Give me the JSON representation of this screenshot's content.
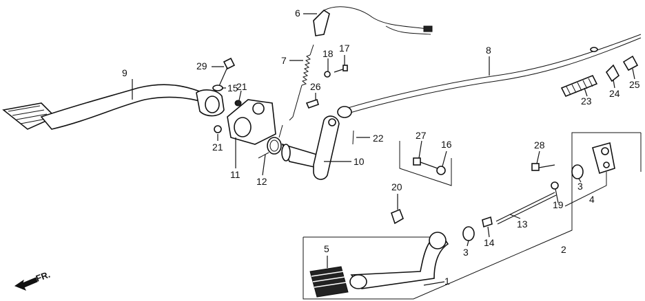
{
  "callouts": [
    {
      "id": "1",
      "text": "1"
    },
    {
      "id": "2",
      "text": "2"
    },
    {
      "id": "3a",
      "text": "3"
    },
    {
      "id": "3b",
      "text": "3"
    },
    {
      "id": "4",
      "text": "4"
    },
    {
      "id": "5",
      "text": "5"
    },
    {
      "id": "6",
      "text": "6"
    },
    {
      "id": "7",
      "text": "7"
    },
    {
      "id": "8",
      "text": "8"
    },
    {
      "id": "9",
      "text": "9"
    },
    {
      "id": "10",
      "text": "10"
    },
    {
      "id": "11",
      "text": "11"
    },
    {
      "id": "12",
      "text": "12"
    },
    {
      "id": "13",
      "text": "13"
    },
    {
      "id": "14",
      "text": "14"
    },
    {
      "id": "15",
      "text": "15"
    },
    {
      "id": "16",
      "text": "16"
    },
    {
      "id": "17",
      "text": "17"
    },
    {
      "id": "18",
      "text": "18"
    },
    {
      "id": "19",
      "text": "19"
    },
    {
      "id": "20",
      "text": "20"
    },
    {
      "id": "21a",
      "text": "21"
    },
    {
      "id": "21b",
      "text": "21"
    },
    {
      "id": "22",
      "text": "22"
    },
    {
      "id": "23",
      "text": "23"
    },
    {
      "id": "24",
      "text": "24"
    },
    {
      "id": "25",
      "text": "25"
    },
    {
      "id": "26",
      "text": "26"
    },
    {
      "id": "27",
      "text": "27"
    },
    {
      "id": "28",
      "text": "28"
    },
    {
      "id": "29",
      "text": "29"
    }
  ],
  "direction_marker": {
    "text": "FR.",
    "icon": "arrow-forward-icon"
  }
}
